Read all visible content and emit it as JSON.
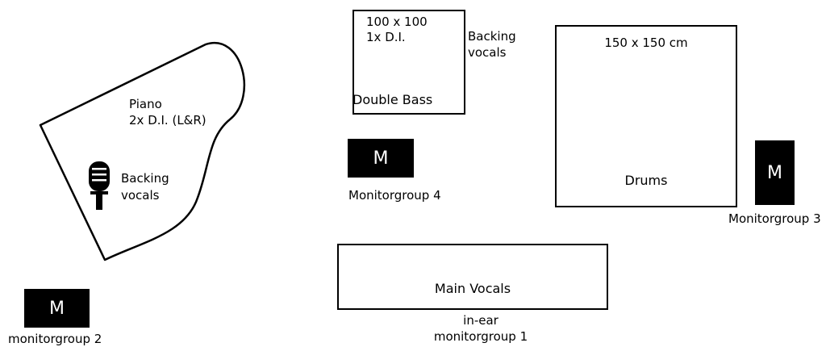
{
  "piano": {
    "line1": "Piano",
    "line2": "2x D.I. (L&R)",
    "mic_label_1": "Backing",
    "mic_label_2": "vocals"
  },
  "double_bass": {
    "size": "100 x 100",
    "di": "1x D.I.",
    "title": "Double Bass",
    "mic_label_1": "Backing",
    "mic_label_2": "vocals"
  },
  "drums": {
    "size": "150 x 150 cm",
    "title": "Drums"
  },
  "main_vocals": {
    "title": "Main Vocals",
    "sub1": "in-ear",
    "sub2": "monitorgroup 1"
  },
  "monitors": {
    "symbol": "M",
    "group2": "monitorgroup 2",
    "group3": "Monitorgroup 3",
    "group4": "Monitorgroup 4"
  },
  "colors": {
    "ink": "#000000",
    "paper": "#ffffff"
  },
  "icons": {
    "microphone": "microphone-icon"
  }
}
